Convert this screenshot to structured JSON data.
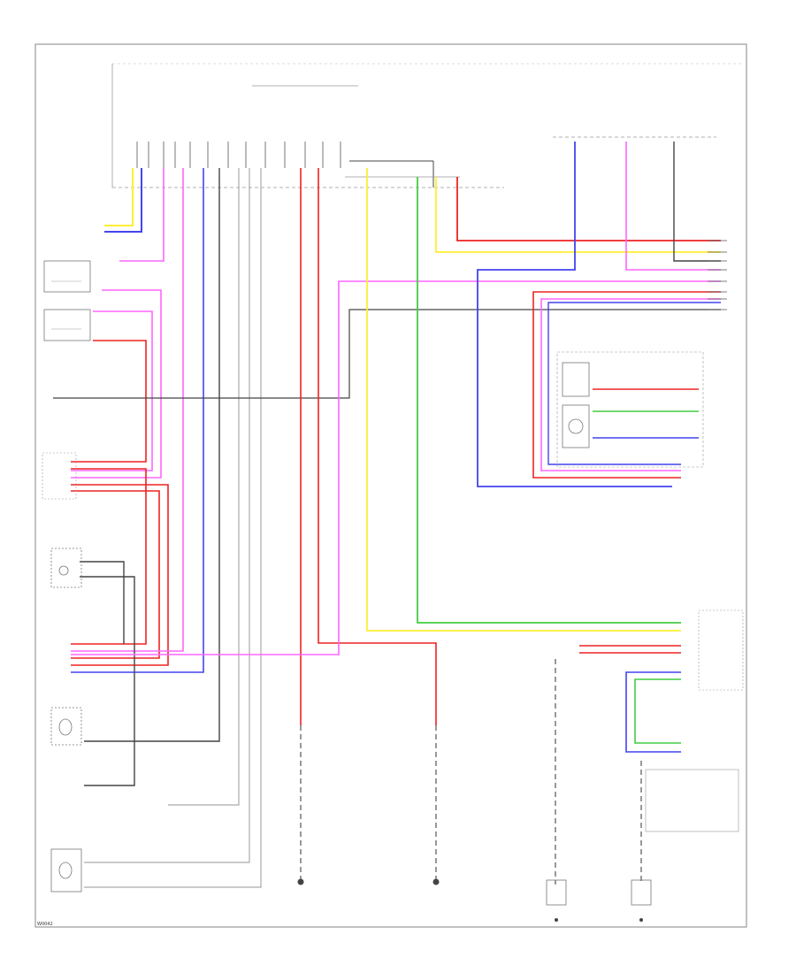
{
  "figure_label": "W0042",
  "colors": {
    "frame": "#999999",
    "red": "#ee2222",
    "pink": "#ff66ff",
    "yellow": "#ffee33",
    "blue": "#4444ee",
    "green": "#44cc44",
    "black": "#444444",
    "gray": "#aaaaaa"
  },
  "components": [
    {
      "id": "seat-lumbar-switch"
    },
    {
      "id": "seat-position-switch"
    },
    {
      "id": "driver-seat-heater-unit"
    },
    {
      "id": "cushion-heater-left"
    },
    {
      "id": "seatback-heater-left"
    },
    {
      "id": "right-seat-heater-unit"
    },
    {
      "id": "right-seat-cushion-heater"
    },
    {
      "id": "right-seatback-heater"
    },
    {
      "id": "rear-seat-connector"
    },
    {
      "id": "left-rear-ground"
    },
    {
      "id": "right-rear-ground"
    }
  ]
}
